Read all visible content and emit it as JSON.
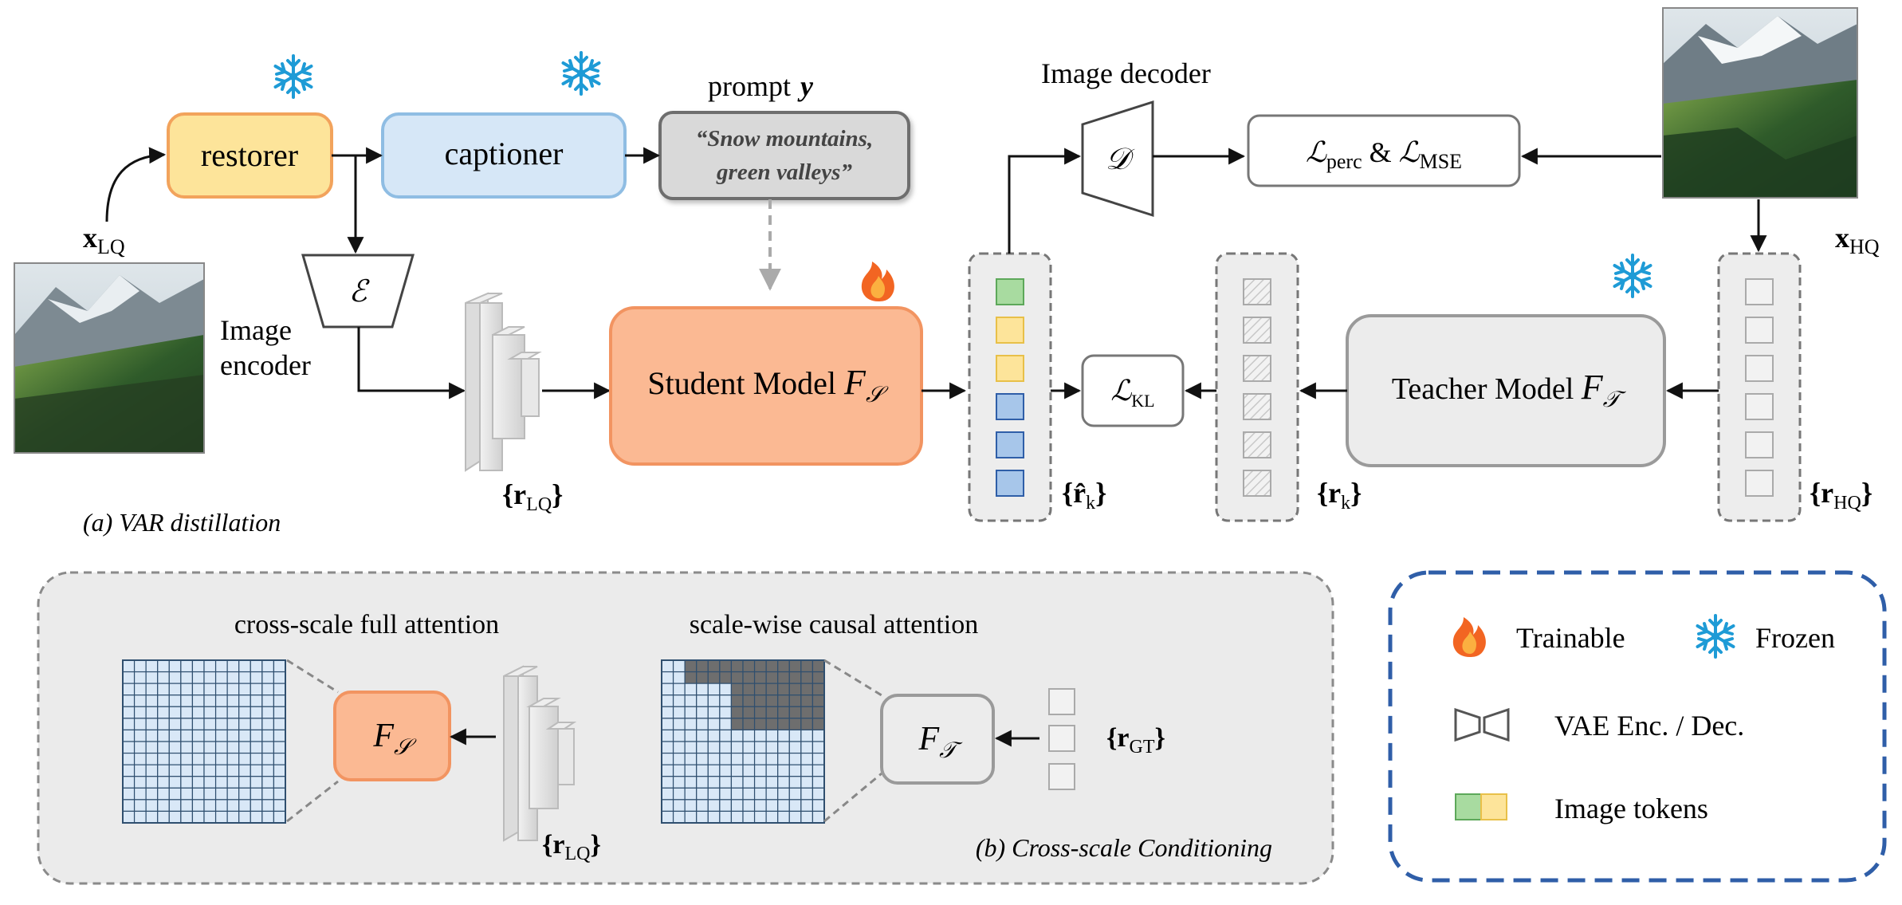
{
  "top": {
    "restorer": "restorer",
    "captioner": "captioner",
    "prompt_title": "prompt",
    "prompt_var": "y",
    "prompt_line1": "“Snow mountains,",
    "prompt_line2": "green valleys”",
    "image_decoder": "Image decoder",
    "decoder_symbol": "𝒟",
    "encoder_symbol": "ℰ",
    "image_encoder_1": "Image",
    "image_encoder_2": "encoder",
    "x_lq": "x",
    "x_lq_sub": "LQ",
    "x_hq": "x",
    "x_hq_sub": "HQ",
    "loss_perc": "ℒ",
    "loss_perc_sub": "perc",
    "loss_amp": " & ",
    "loss_mse": "ℒ",
    "loss_mse_sub": "MSE",
    "loss_kl": "ℒ",
    "loss_kl_sub": "KL",
    "student_label": "Student Model ",
    "student_var": "F",
    "student_sub": "𝒮",
    "teacher_label": "Teacher Model ",
    "teacher_var": "F",
    "teacher_sub": "𝒯",
    "r_lq": "{r",
    "r_lq_sub": "LQ",
    "r_lq_close": "}",
    "r_hat": "{r̂",
    "r_hat_sub": "k",
    "r_hat_close": "}",
    "r_k": "{r",
    "r_k_sub": "k",
    "r_k_close": "}",
    "r_hq": "{r",
    "r_hq_sub": "HQ",
    "r_hq_close": "}",
    "caption_a": "(a) VAR distillation"
  },
  "bottom": {
    "full_attn_title": "cross-scale full attention",
    "causal_attn_title": "scale-wise causal attention",
    "fs_var": "F",
    "fs_sub": "𝒮",
    "ft_var": "F",
    "ft_sub": "𝒯",
    "r_lq": "{r",
    "r_lq_sub": "LQ",
    "r_lq_close": "}",
    "r_gt": "{r",
    "r_gt_sub": "GT",
    "r_gt_close": "}",
    "caption_b": "(b) Cross-scale Conditioning"
  },
  "legend": {
    "trainable": "Trainable",
    "frozen": "Frozen",
    "vae": "VAE Enc. / Dec.",
    "tokens": "Image tokens"
  },
  "colors": {
    "restorer_fill": "#fde49a",
    "restorer_stroke": "#f2a35c",
    "captioner_fill": "#d6e7f7",
    "captioner_stroke": "#8fbde3",
    "student_fill": "#fbb993",
    "student_stroke": "#f29461",
    "token_green": "#a8dba0",
    "token_yellow": "#fde49a",
    "token_blue": "#a7c6ea",
    "snowflake": "#1e9bd6",
    "flame": "#f26522",
    "legend_border": "#2f5ea8"
  }
}
